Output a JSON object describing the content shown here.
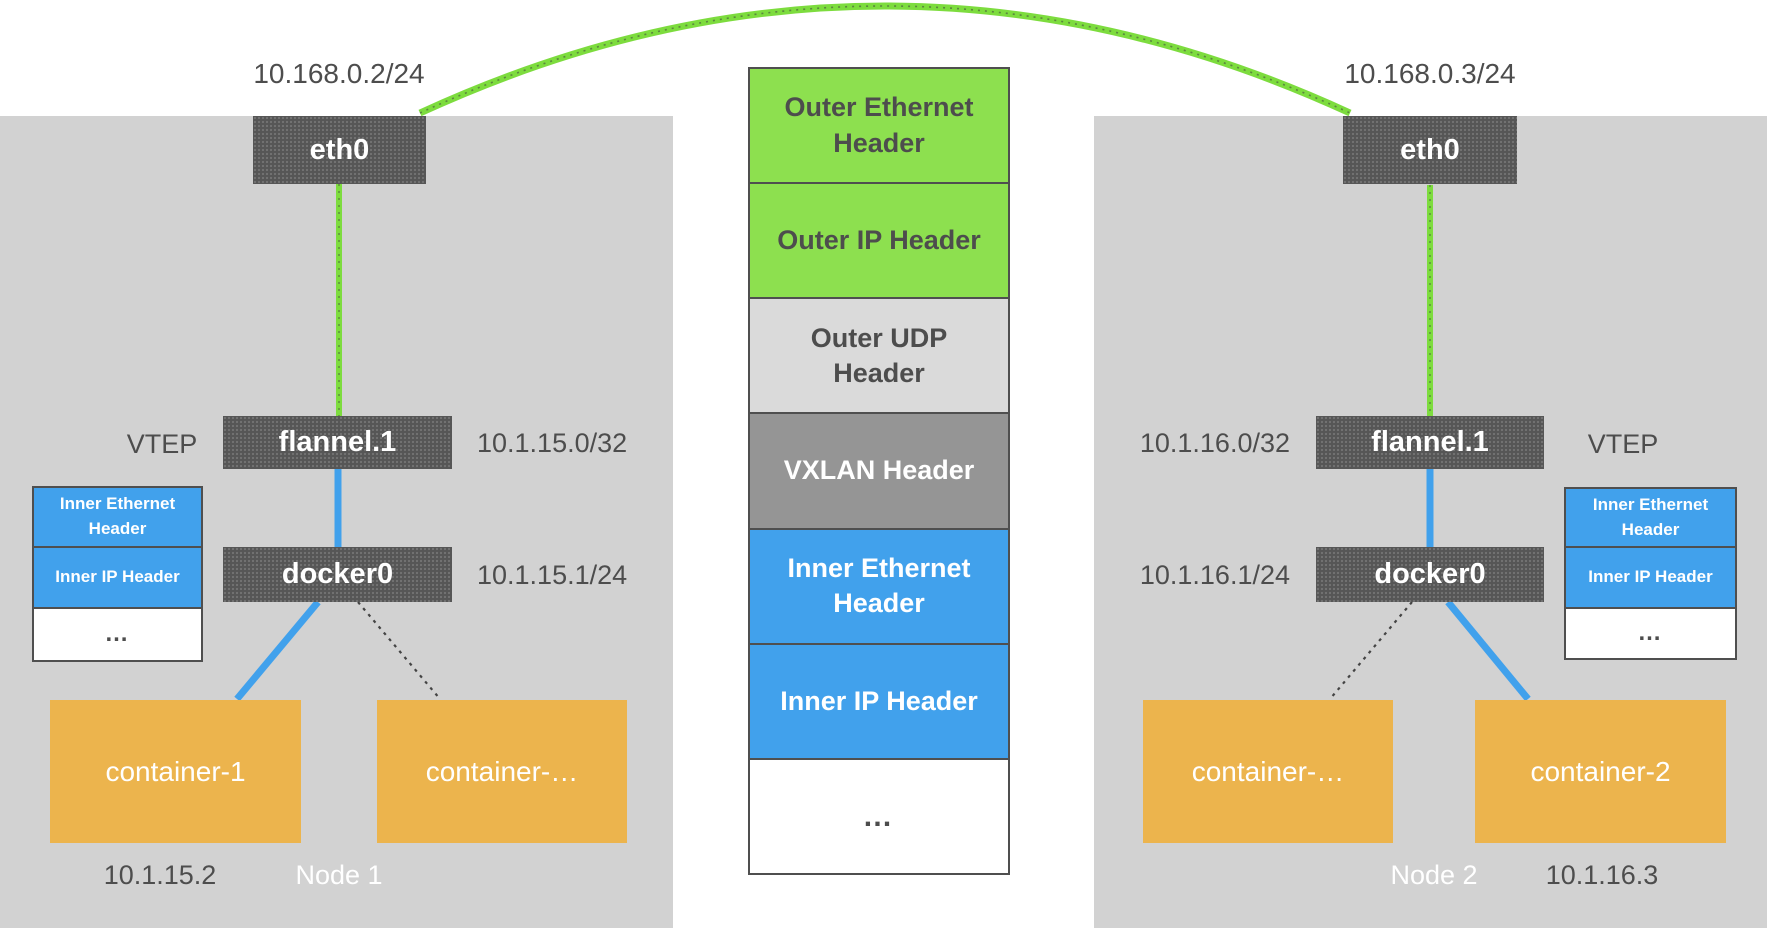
{
  "node1": {
    "node_label": "Node 1",
    "eth_ip": "10.168.0.2/24",
    "eth_label": "eth0",
    "vtep_label": "VTEP",
    "flannel_label": "flannel.1",
    "flannel_ip": "10.1.15.0/32",
    "docker_label": "docker0",
    "docker_ip": "10.1.15.1/24",
    "container_a": "container-1",
    "container_b": "container-…",
    "container_ip": "10.1.15.2",
    "inner_stack": {
      "row1": "Inner Ethernet Header",
      "row2": "Inner IP Header",
      "row3": "…"
    }
  },
  "node2": {
    "node_label": "Node 2",
    "eth_ip": "10.168.0.3/24",
    "eth_label": "eth0",
    "vtep_label": "VTEP",
    "flannel_label": "flannel.1",
    "flannel_ip": "10.1.16.0/32",
    "docker_label": "docker0",
    "docker_ip": "10.1.16.1/24",
    "container_a": "container-…",
    "container_b": "container-2",
    "container_ip": "10.1.16.3",
    "inner_stack": {
      "row1": "Inner Ethernet Header",
      "row2": "Inner IP Header",
      "row3": "…"
    }
  },
  "packet_stack": {
    "sections": [
      {
        "label": "Outer Ethernet Header",
        "bg": "#8de04f",
        "fg": "#4d4d4d"
      },
      {
        "label": "Outer IP Header",
        "bg": "#8de04f",
        "fg": "#4d4d4d"
      },
      {
        "label": "Outer UDP Header",
        "bg": "#dadada",
        "fg": "#4d4d4d"
      },
      {
        "label": "VXLAN Header",
        "bg": "#959595",
        "fg": "#ffffff"
      },
      {
        "label": "Inner Ethernet Header",
        "bg": "#41a1ec",
        "fg": "#ffffff"
      },
      {
        "label": "Inner IP Header",
        "bg": "#41a1ec",
        "fg": "#ffffff"
      },
      {
        "label": "…",
        "bg": "#ffffff",
        "fg": "#4d4d4d"
      }
    ]
  },
  "colors": {
    "node_panel": "#d2d2d2",
    "interface_box": "#565656",
    "container_box": "#ecb44d",
    "mini_stack_blue": "#41a1ec",
    "mini_stack_bottom": "#ffffff",
    "overlay_link_green": "#7ddc3e",
    "bridge_link_blue": "#41a1ec",
    "dotted_link_dark": "#444444",
    "label_text": "#4d4d4d",
    "node_label_text": "#ffffff"
  }
}
